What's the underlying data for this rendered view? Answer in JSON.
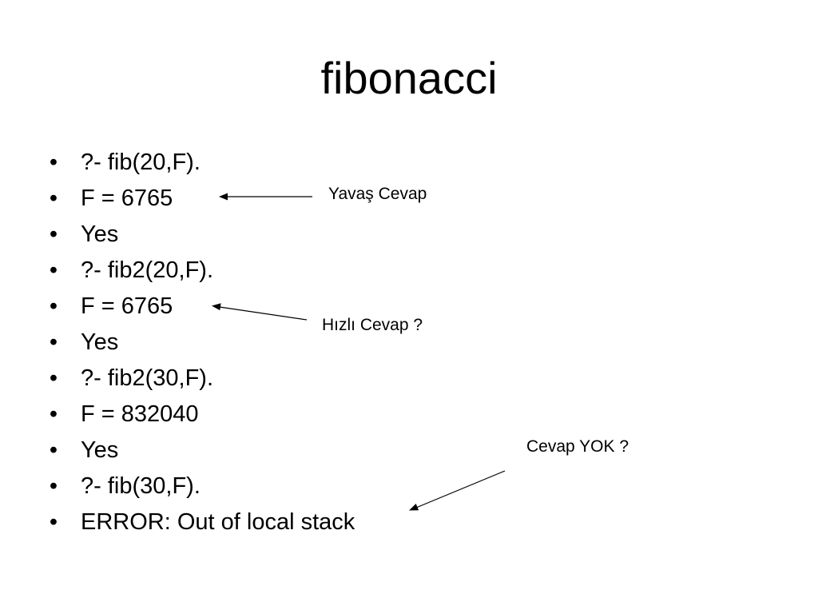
{
  "slide": {
    "title": "fibonacci",
    "bullet_glyph": "•",
    "bullets": [
      "?- fib(20,F).",
      "F = 6765",
      "Yes",
      "?- fib2(20,F).",
      "F = 6765",
      "Yes",
      "?- fib2(30,F).",
      "F = 832040",
      "Yes",
      "?- fib(30,F).",
      "ERROR: Out of local stack"
    ],
    "annotations": [
      "Yavaş Cevap",
      "Hızlı Cevap ?",
      "Cevap YOK ?"
    ]
  }
}
